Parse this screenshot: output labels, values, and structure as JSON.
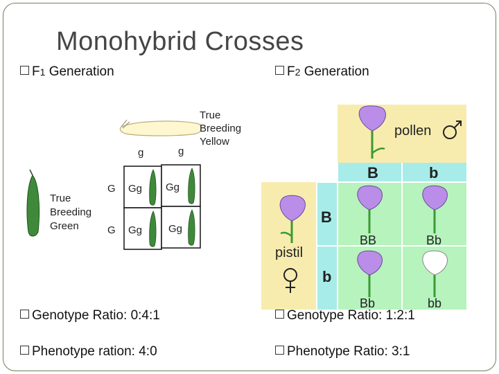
{
  "slide": {
    "title": "Monohybrid Crosses",
    "f1_heading_letter": "F",
    "f1_heading_number": "1",
    "f1_heading_word": "Generation",
    "f2_heading_letter": "F",
    "f2_heading_number": "2",
    "f2_heading_word": "Generation",
    "f1_genotype": "Genotype Ratio: 0:4:1",
    "f1_phenotype": "Phenotype ration: 4:0",
    "f2_genotype": "Genotype Ratio: 1:2:1",
    "f2_phenotype": "Phenotype Ratio: 3:1"
  },
  "f1_figure": {
    "yellow_label": [
      "True",
      "Breeding",
      "Yellow"
    ],
    "green_label": [
      "True",
      "Breeding",
      "Green"
    ],
    "top_alleles": [
      "g",
      "g"
    ],
    "side_alleles": [
      "G",
      "G"
    ],
    "cells": [
      "Gg",
      "Gg",
      "Gg",
      "Gg"
    ]
  },
  "f2_figure": {
    "pollen_label": "pollen",
    "pistil_label": "pistil",
    "top_alleles": [
      "B",
      "b"
    ],
    "side_alleles": [
      "B",
      "b"
    ],
    "cells": [
      "BB",
      "Bb",
      "Bb",
      "bb"
    ],
    "colors": {
      "pollen_bg": "#f7ecae",
      "header_bg": "#a8ece9",
      "cell_bg": "#b6f3bd",
      "flower_purple": "#b98de8",
      "flower_white": "#ffffff",
      "stem": "#3a9a33"
    }
  }
}
